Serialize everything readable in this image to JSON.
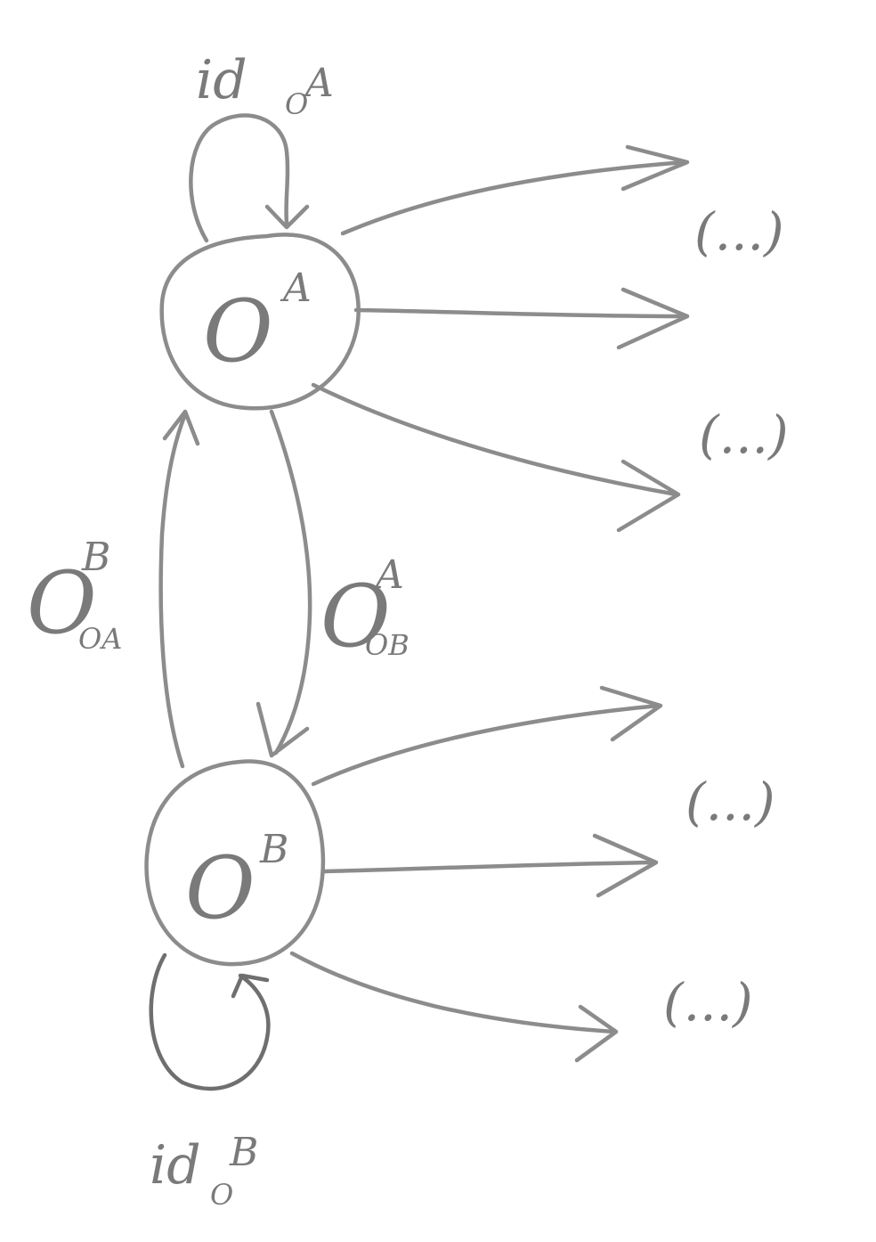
{
  "nodes": {
    "a": {
      "base": "O",
      "sup": "A"
    },
    "b": {
      "base": "O",
      "sup": "B"
    }
  },
  "loops": {
    "a": {
      "id": "id",
      "sub": "O",
      "sup": "A"
    },
    "b": {
      "id": "id",
      "sub": "O",
      "sup": "B"
    }
  },
  "edges": {
    "b_to_a": {
      "base": "O",
      "sup": "B",
      "sub": "OA"
    },
    "a_to_b": {
      "base": "O",
      "sup": "A",
      "sub": "OB"
    }
  },
  "ellipses": {
    "a1": "(...)",
    "a2": "(...)",
    "b1": "(...)",
    "b2": "(...)"
  }
}
